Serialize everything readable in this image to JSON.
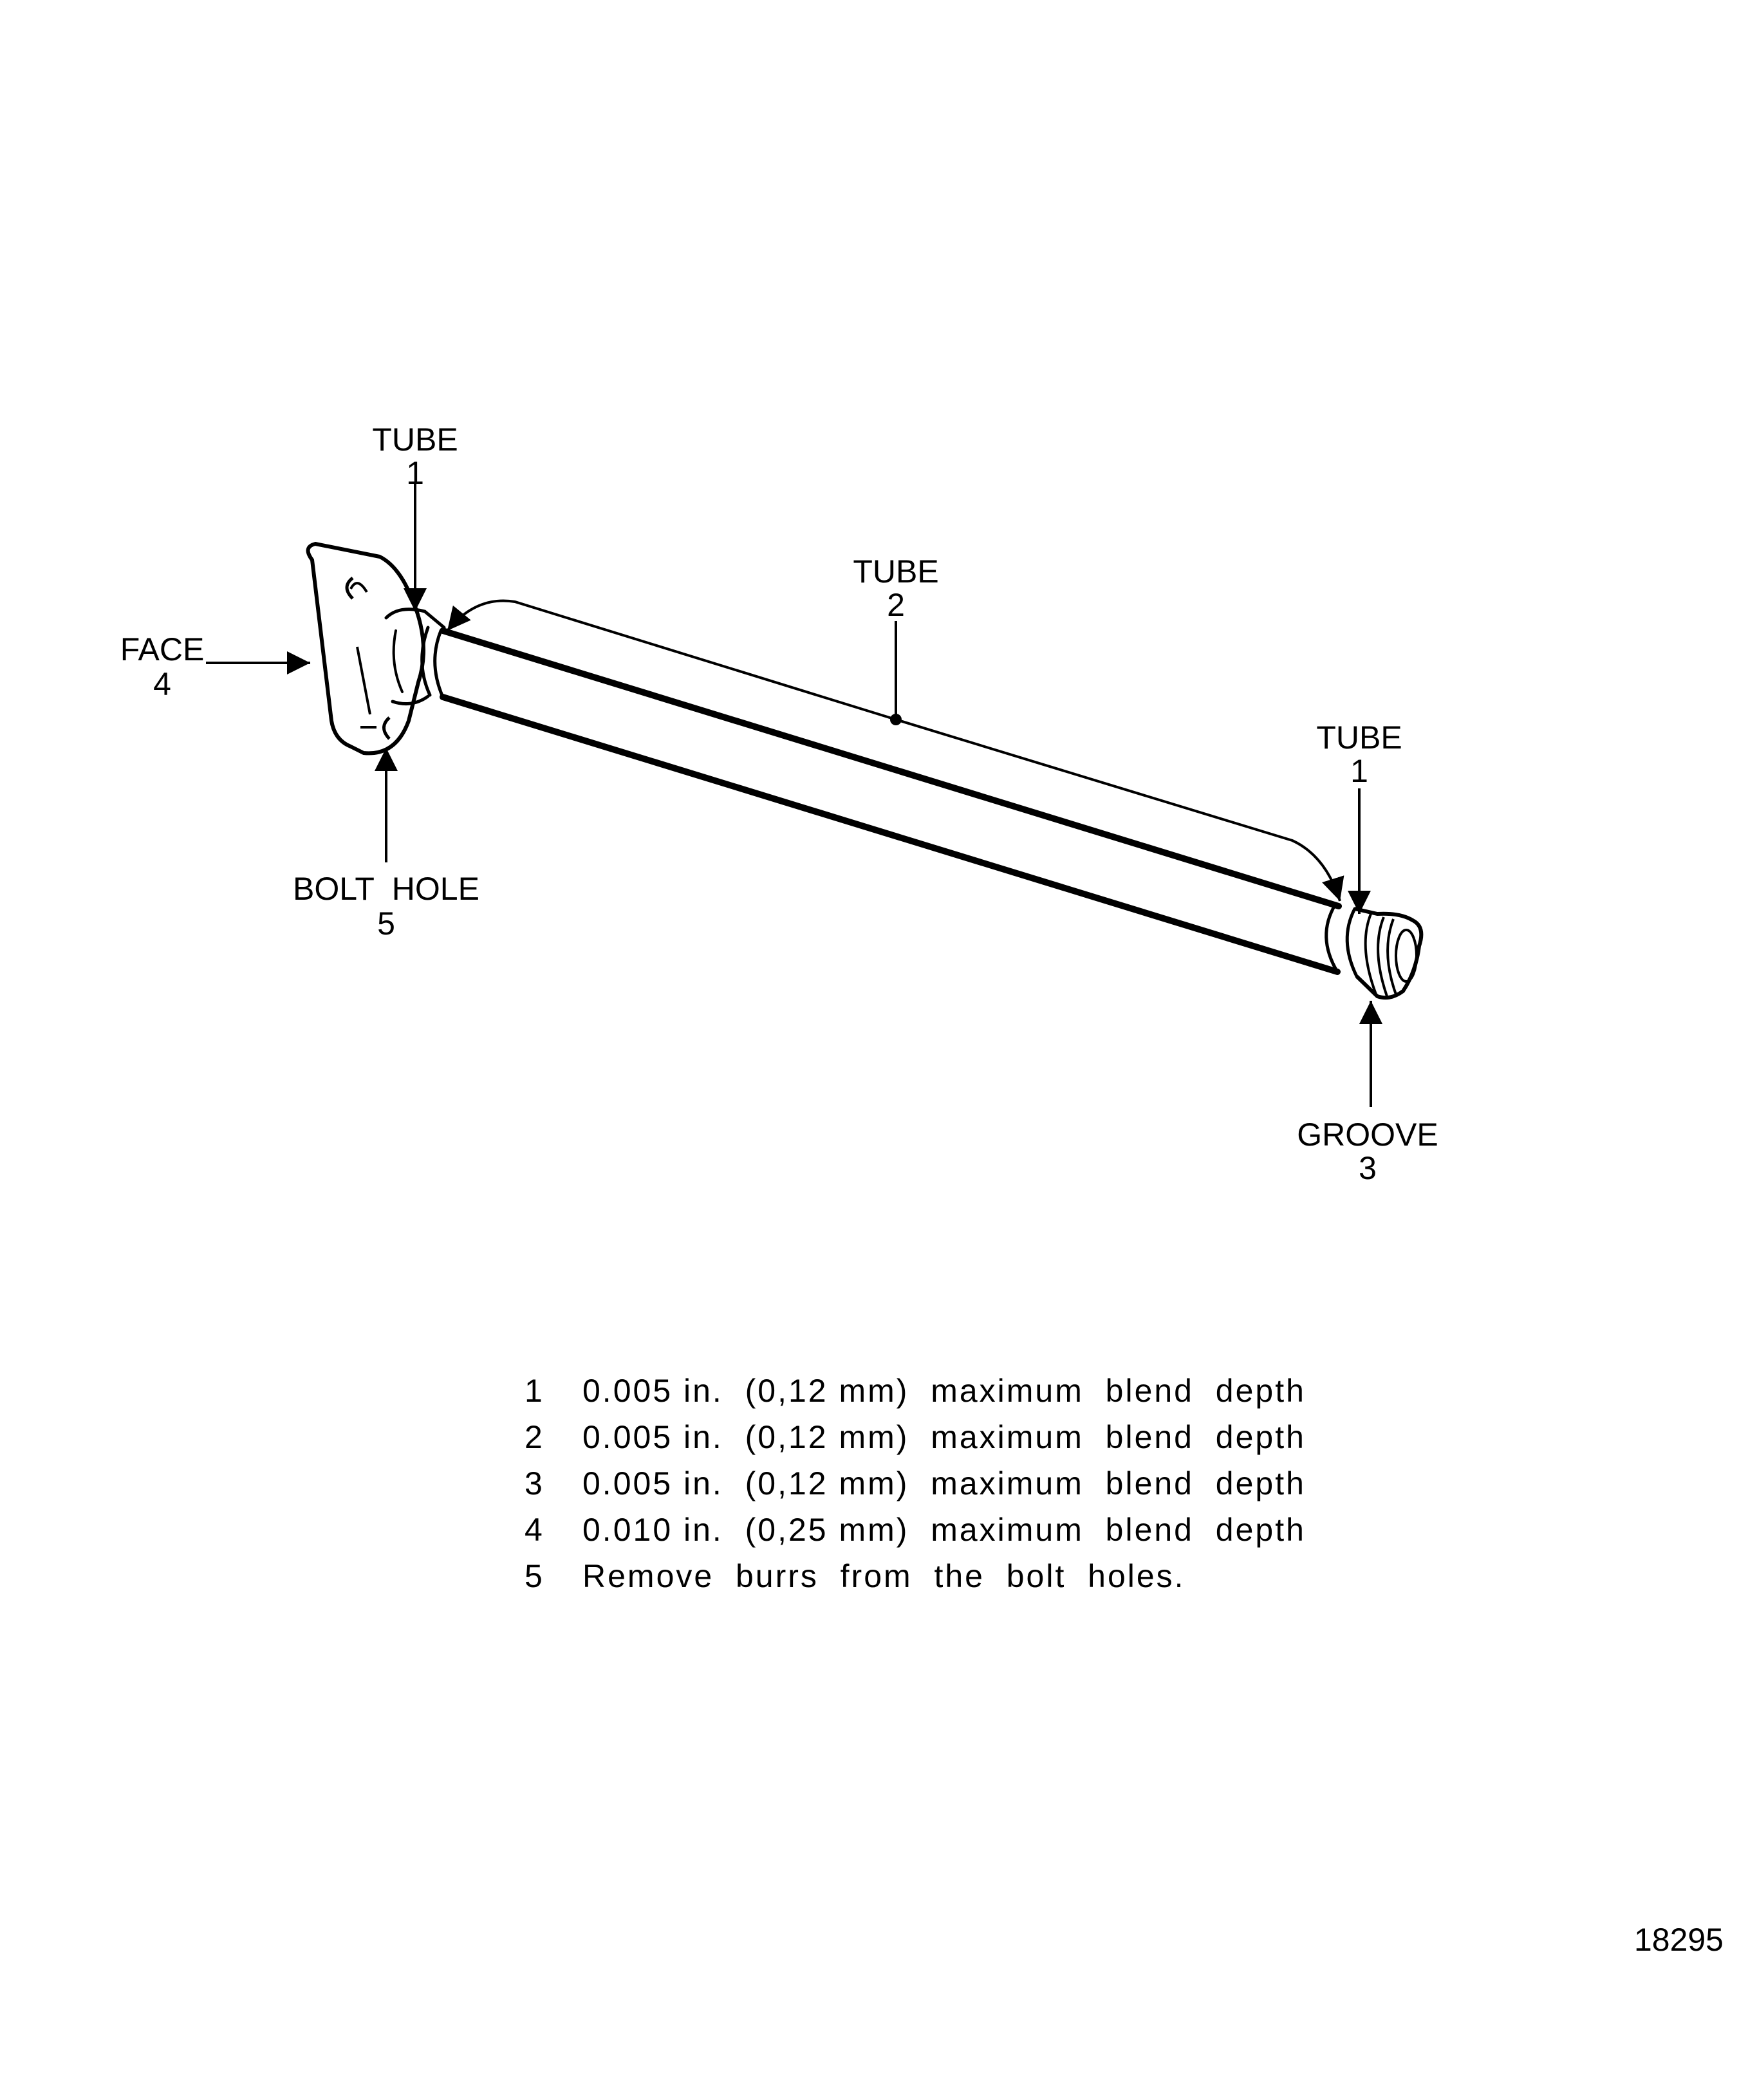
{
  "callouts": {
    "tube_left": {
      "name": "TUBE",
      "num": "1"
    },
    "tube_middle": {
      "name": "TUBE",
      "num": "2"
    },
    "tube_right": {
      "name": "TUBE",
      "num": "1"
    },
    "face": {
      "name": "FACE",
      "num": "4"
    },
    "bolt_hole": {
      "name": "BOLT  HOLE",
      "num": "5"
    },
    "groove": {
      "name": "GROOVE",
      "num": "3"
    }
  },
  "legend": [
    {
      "num": "1",
      "text": "0.005 in.  (0,12 mm)  maximum  blend  depth"
    },
    {
      "num": "2",
      "text": "0.005 in.  (0,12 mm)  maximum  blend  depth"
    },
    {
      "num": "3",
      "text": "0.005 in.  (0,12 mm)  maximum  blend  depth"
    },
    {
      "num": "4",
      "text": "0.010 in.  (0,25 mm)  maximum  blend  depth"
    },
    {
      "num": "5",
      "text": "Remove  burrs  from  the  bolt  holes."
    }
  ],
  "figure_number": "18295"
}
